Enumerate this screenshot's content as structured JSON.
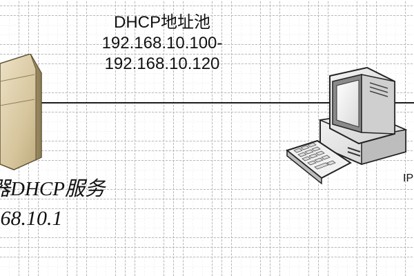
{
  "dhcp_pool": {
    "title": "DHCP地址池",
    "range_start": "192.168.10.100-",
    "range_end": "192.168.10.120"
  },
  "server": {
    "service_label": "器DHCP服务",
    "ip": ".168.10.1"
  },
  "client": {
    "ip_label": "IP"
  },
  "colors": {
    "grid": "#b9b9b9",
    "line": "#1a1a1a",
    "server_beige": "#d8c9a3",
    "computer_light": "#e8e8e8"
  }
}
